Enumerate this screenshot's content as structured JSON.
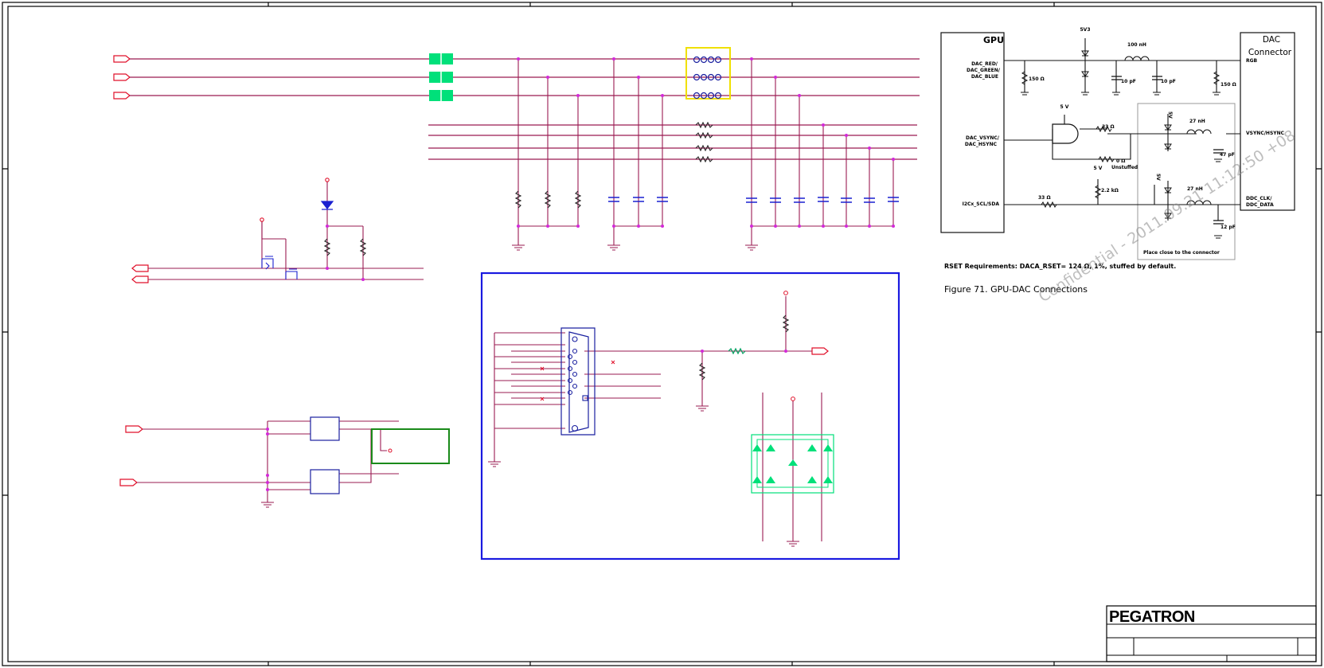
{
  "ref_diagram": {
    "gpu_block": "GPU",
    "dac_block": [
      "DAC",
      "Connector"
    ],
    "rgb_pin": "RGB",
    "dac_signals": [
      "DAC_RED/",
      "DAC_GREEN/",
      "DAC_BLUE"
    ],
    "sync_signals": [
      "DAC_VSYNC/",
      "DAC_HSYNC"
    ],
    "i2c_signal": "I2Cx_SCL/SDA",
    "vsync_out": "VSYNC/HSYNC",
    "ddc_out": [
      "DDC_CLK/",
      "DDC_DATA"
    ],
    "vcc_top": "5V3",
    "inductor_rgb": "100 nH",
    "r_load_left": "150 Ω",
    "r_load_right": "150 Ω",
    "cap_rgb_1": "10 pF",
    "cap_rgb_2": "10 pF",
    "vcc_5v_a": "5 V",
    "vcc_5v_b": "5 V",
    "r_series_sync": "33 Ω",
    "r_zero": "0 Ω",
    "unstuffed": "Unstuffed",
    "r_pullup": "2.2 kΩ",
    "r_series_i2c": "33 Ω",
    "inductor_sync": "27 nH",
    "inductor_ddc": "27 nH",
    "cap_sync": "47 pF",
    "cap_ddc": "12 pF",
    "vcc_5v_c": "5V",
    "vcc_5v_d": "5V",
    "place_note": "Place close to the connector",
    "rset_note": "RSET Requirements:  DACA_RSET= 124 Ω, 1%, stuffed by default.",
    "figure_caption": "Figure 71.    GPU-DAC Connections"
  },
  "watermark": "Confidential - 2011.09.21 11:12:50 +08",
  "title_block": {
    "logo": "PEGATRON"
  },
  "colors": {
    "wire": "#9a1b52",
    "junction": "#d22ad8",
    "port": "#e0102a",
    "ferrite": "#00e07a",
    "highlight_yellow": "#f0e000",
    "frame_blue": "#1a1ae0",
    "frame_green": "#1a8a1a",
    "tvs_green": "#00e07a",
    "diode_blue": "#1a20d0",
    "component": "#2a2a2a"
  }
}
